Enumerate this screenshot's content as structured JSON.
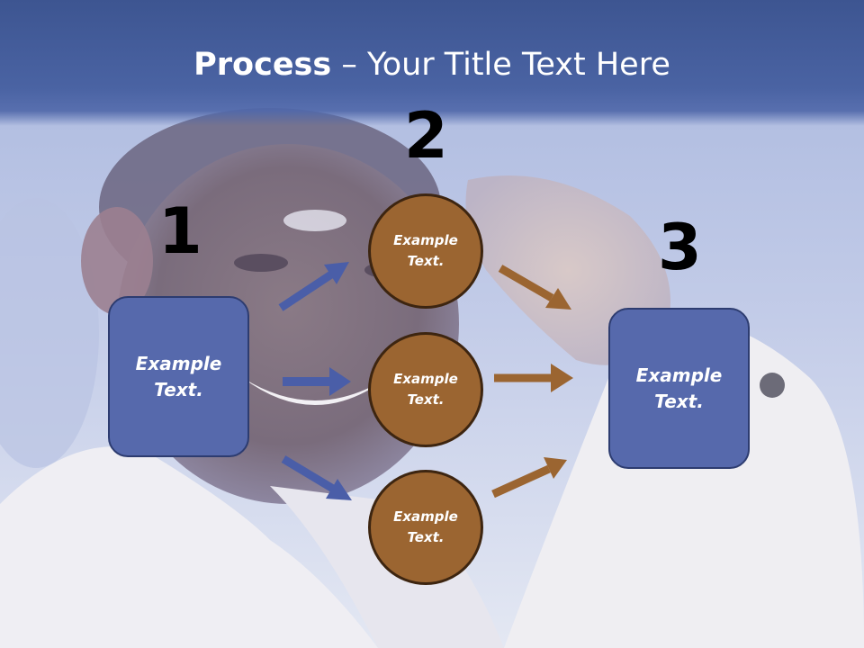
{
  "slide": {
    "title_bold": "Process",
    "title_rest": " – Your Title Text Here"
  },
  "steps": [
    {
      "number": "1",
      "label": "Example\nText."
    },
    {
      "number": "2",
      "items": [
        "Example\nText.",
        "Example\nText.",
        "Example\nText."
      ]
    },
    {
      "number": "3",
      "label": "Example\nText."
    }
  ],
  "colors": {
    "header": "#4a63a3",
    "box_fill": "#5669ac",
    "circle_fill": "#9b6531",
    "arrow_blue": "#4a5ea8",
    "arrow_brown": "#9b6531"
  },
  "background": {
    "description_icon": "saluting-boy-photo"
  }
}
